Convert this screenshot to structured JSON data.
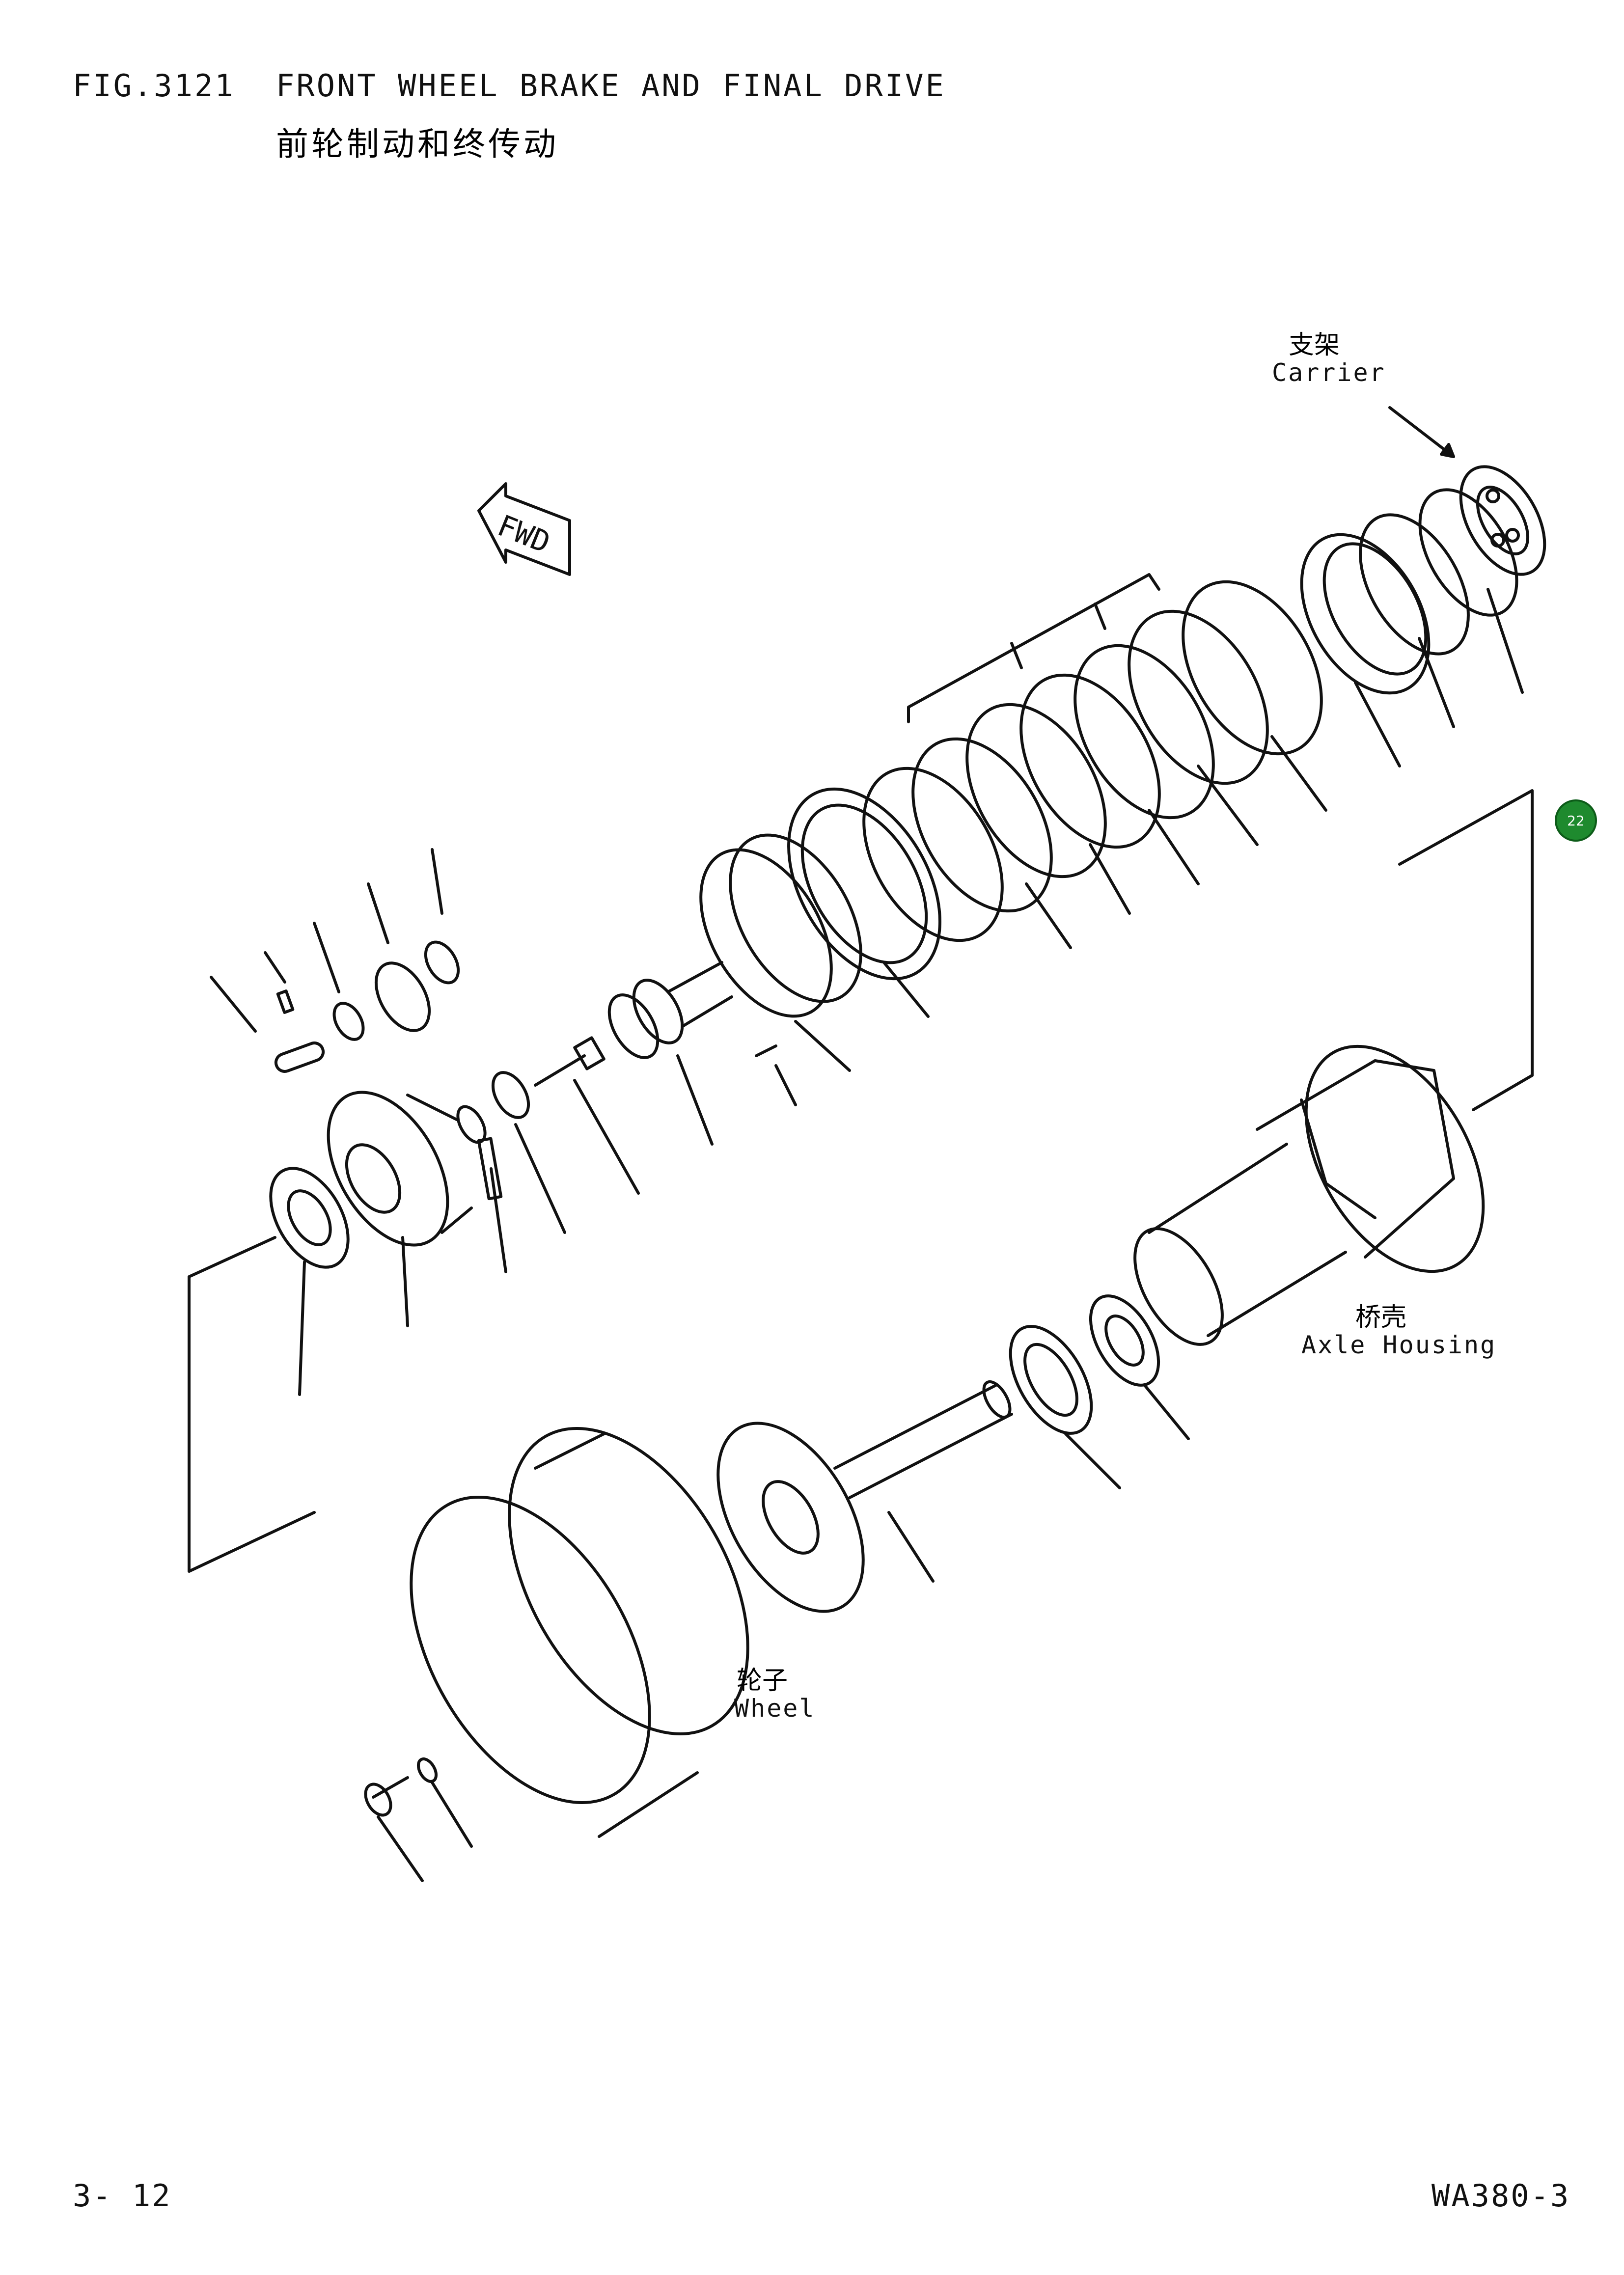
{
  "header": {
    "figure_number": "FIG.3121",
    "title": "FRONT WHEEL BRAKE AND FINAL DRIVE",
    "title_cn": "前轮制动和终传动"
  },
  "labels": {
    "carrier_cn": "支架",
    "carrier_en": "Carrier",
    "axle_housing_cn": "桥壳",
    "axle_housing_en": "Axle Housing",
    "wheel_cn": "轮子",
    "wheel_en": "Wheel",
    "fwd_arrow": "FWD"
  },
  "badge": {
    "text": "22",
    "color": "#1e8a2e"
  },
  "footer": {
    "page_number": "3- 12",
    "model": "WA380-3"
  }
}
